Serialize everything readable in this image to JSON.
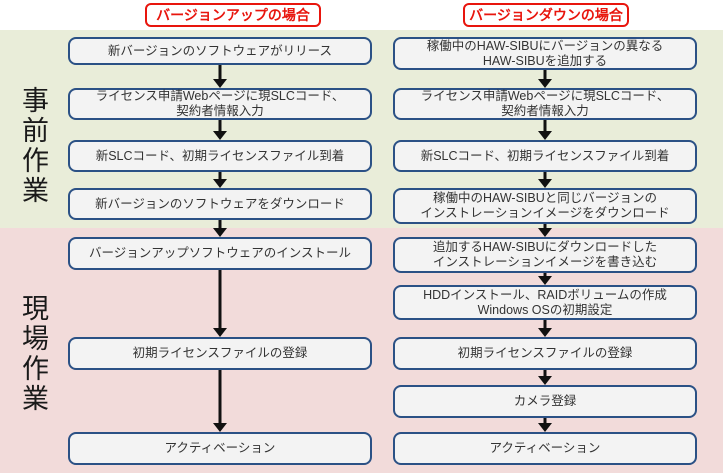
{
  "colors": {
    "pre_band_bg": "#e9edd9",
    "field_band_bg": "#f2dbda",
    "box_fill": "#f3f3f3",
    "box_border": "#2b5185",
    "accent_red": "#e8150d"
  },
  "side_labels": {
    "pre": "事前作業",
    "field": "現場作業"
  },
  "columns": {
    "up": {
      "header": "バージョンアップの場合",
      "steps": [
        {
          "text": "新バージョンのソフトウェアがリリース"
        },
        {
          "text": "ライセンス申請Webページに現SLCコード、\n契約者情報入力"
        },
        {
          "text": "新SLCコード、初期ライセンスファイル到着"
        },
        {
          "text": "新バージョンのソフトウェアをダウンロード"
        },
        {
          "text": "バージョンアップソフトウェアのインストール"
        },
        {
          "text": "初期ライセンスファイルの登録"
        },
        {
          "text": "アクティベーション"
        }
      ]
    },
    "down": {
      "header": "バージョンダウンの場合",
      "steps": [
        {
          "text": "稼働中のHAW-SIBUにバージョンの異なる\nHAW-SIBUを追加する"
        },
        {
          "text": "ライセンス申請Webページに現SLCコード、\n契約者情報入力"
        },
        {
          "text": "新SLCコード、初期ライセンスファイル到着"
        },
        {
          "text": "稼働中のHAW-SIBUと同じバージョンの\nインストレーションイメージをダウンロード"
        },
        {
          "text": "追加するHAW-SIBUにダウンロードした\nインストレーションイメージを書き込む"
        },
        {
          "text": "HDDインストール、RAIDボリュームの作成\nWindows OSの初期設定"
        },
        {
          "text": "初期ライセンスファイルの登録"
        },
        {
          "text": "カメラ登録"
        },
        {
          "text": "アクティベーション"
        }
      ]
    }
  }
}
